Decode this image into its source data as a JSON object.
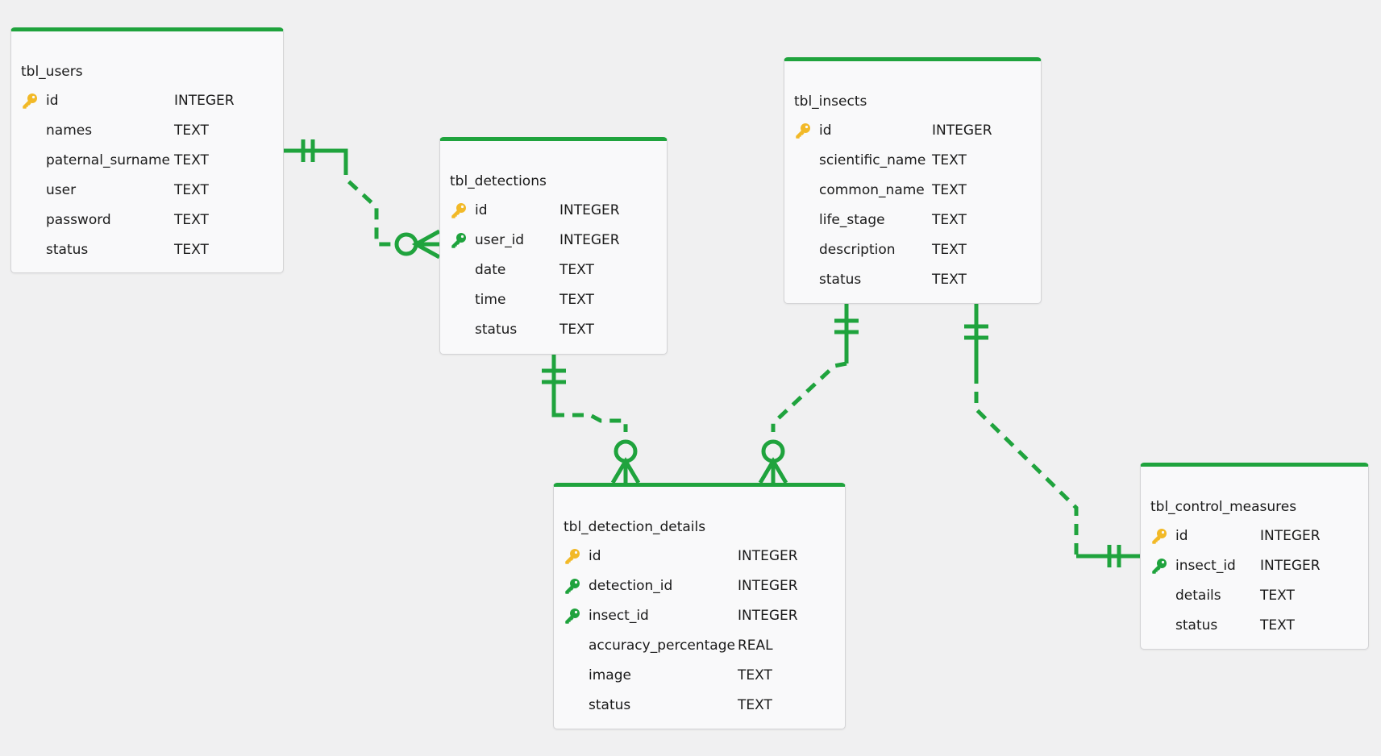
{
  "colors": {
    "accent": "#1fa33d",
    "primary_key": "#f2b927",
    "foreign_key": "#1fa33d",
    "background": "#f0f0f1",
    "card": "#f9f9fa"
  },
  "tables": [
    {
      "id": "tbl_users",
      "name": "tbl_users",
      "columns": [
        {
          "name": "id",
          "type": "INTEGER",
          "key": "pk"
        },
        {
          "name": "names",
          "type": "TEXT",
          "key": ""
        },
        {
          "name": "paternal_surname",
          "type": "TEXT",
          "key": ""
        },
        {
          "name": "user",
          "type": "TEXT",
          "key": ""
        },
        {
          "name": "password",
          "type": "TEXT",
          "key": ""
        },
        {
          "name": "status",
          "type": "TEXT",
          "key": ""
        }
      ]
    },
    {
      "id": "tbl_detections",
      "name": "tbl_detections",
      "columns": [
        {
          "name": "id",
          "type": "INTEGER",
          "key": "pk"
        },
        {
          "name": "user_id",
          "type": "INTEGER",
          "key": "fk"
        },
        {
          "name": "date",
          "type": "TEXT",
          "key": ""
        },
        {
          "name": "time",
          "type": "TEXT",
          "key": ""
        },
        {
          "name": "status",
          "type": "TEXT",
          "key": ""
        }
      ]
    },
    {
      "id": "tbl_insects",
      "name": "tbl_insects",
      "columns": [
        {
          "name": "id",
          "type": "INTEGER",
          "key": "pk"
        },
        {
          "name": "scientific_name",
          "type": "TEXT",
          "key": ""
        },
        {
          "name": "common_name",
          "type": "TEXT",
          "key": ""
        },
        {
          "name": "life_stage",
          "type": "TEXT",
          "key": ""
        },
        {
          "name": "description",
          "type": "TEXT",
          "key": ""
        },
        {
          "name": "status",
          "type": "TEXT",
          "key": ""
        }
      ]
    },
    {
      "id": "tbl_detection_details",
      "name": "tbl_detection_details",
      "columns": [
        {
          "name": "id",
          "type": "INTEGER",
          "key": "pk"
        },
        {
          "name": "detection_id",
          "type": "INTEGER",
          "key": "fk"
        },
        {
          "name": "insect_id",
          "type": "INTEGER",
          "key": "fk"
        },
        {
          "name": "accuracy_percentage",
          "type": "REAL",
          "key": ""
        },
        {
          "name": "image",
          "type": "TEXT",
          "key": ""
        },
        {
          "name": "status",
          "type": "TEXT",
          "key": ""
        }
      ]
    },
    {
      "id": "tbl_control_measures",
      "name": "tbl_control_measures",
      "columns": [
        {
          "name": "id",
          "type": "INTEGER",
          "key": "pk"
        },
        {
          "name": "insect_id",
          "type": "INTEGER",
          "key": "fk"
        },
        {
          "name": "details",
          "type": "TEXT",
          "key": ""
        },
        {
          "name": "status",
          "type": "TEXT",
          "key": ""
        }
      ]
    }
  ],
  "relationships": [
    {
      "from": "tbl_users",
      "to": "tbl_detections",
      "from_cardinality": "one-and-only-one",
      "to_cardinality": "zero-or-many"
    },
    {
      "from": "tbl_detections",
      "to": "tbl_detection_details",
      "from_cardinality": "one-and-only-one",
      "to_cardinality": "zero-or-many"
    },
    {
      "from": "tbl_insects",
      "to": "tbl_detection_details",
      "from_cardinality": "one-and-only-one",
      "to_cardinality": "zero-or-many"
    },
    {
      "from": "tbl_insects",
      "to": "tbl_control_measures",
      "from_cardinality": "one-and-only-one",
      "to_cardinality": "one-and-only-one"
    }
  ]
}
